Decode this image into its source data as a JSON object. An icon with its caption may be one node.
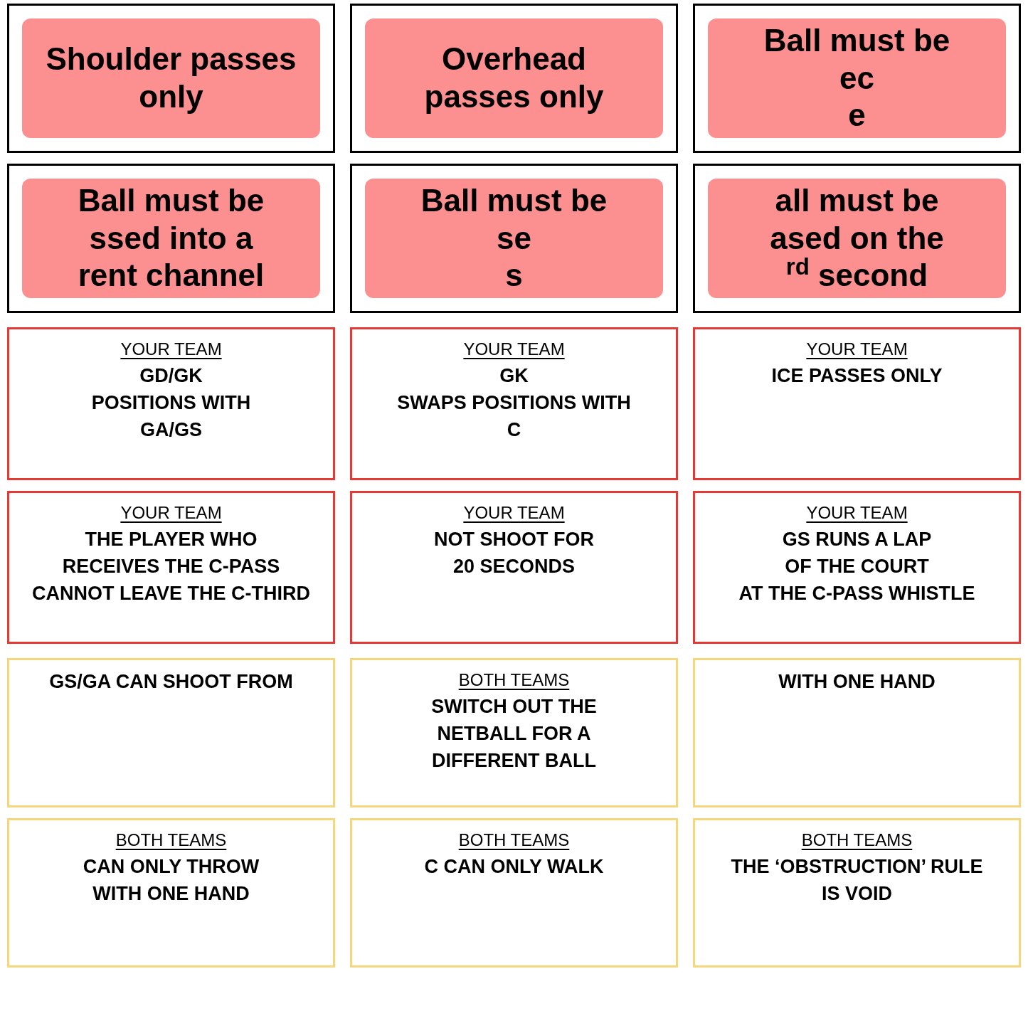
{
  "diagram": {
    "nodes": [
      {
        "text": [
          "Shoulder passes only"
        ]
      },
      {
        "text": [
          "Overhead passes only"
        ]
      },
      {
        "text": [
          "Ball must be",
          "ec",
          "e"
        ]
      },
      {
        "text": [
          "Ball must be",
          "ssed into a",
          "rent channel"
        ]
      },
      {
        "text": [
          "Ball must be",
          "se",
          "s"
        ]
      },
      {
        "text": [
          "all must be",
          "ased on the",
          "$^{rd}$ second"
        ]
      },
      {
        "text": [
          "YOUR TEAM",
          "GD/GK",
          "POSITIONS WITH",
          "GA/GS"
        ]
      },
      {
        "text": [
          "YOUR TEAM",
          "GK",
          "SWAPS POSITIONS WITH",
          "C"
        ]
      },
      {
        "text": [
          "YOUR TEAM",
          "ICE PASSES ONLY"
        ]
      },
      {
        "text": [
          "YOUR TEAM",
          "THE PLAYER WHO",
          "RECEIVES THE C-PASS",
          "CANNOT LEAVE THE C-THIRD"
        ]
      },
      {
        "text": [
          "GS/GA CAN SHOOT FROM"
        ]
      },
      {
        "text": [
          "BOTH TEAMS",
          "SWITCH OUT THE",
          "NETBALL FOR A",
          "DIFFERENT BALL"
        ]
      },
      {
        "text": [
          "YOUR TEAM",
          "NOT SHOOT FOR",
          "20 SECONDS"
        ]
      },
      {
        "text": [
          "YOUR TEAM",
          "GS RUNS A LAP",
          "OF THE COURT",
          "AT THE C-PASS WHISTLE"
        ]
      },
      {
        "text": [
          "WITH ONE HAND"
        ]
      },
      {
        "text": [
          "BOTH TEAMS",
          "CAN ONLY THROW",
          "WITH ONE HAND"
        ]
      },
      {
        "text": [
          "BOTH TEAMS",
          "C CAN ONLY WALK"
        ]
      },
      {
        "text": [
          "BOTH TEAMS",
          "THE ‘OBSTRUCTION’ RULE",
          "IS VOID"
        ]
      }
    ]
  }
}
